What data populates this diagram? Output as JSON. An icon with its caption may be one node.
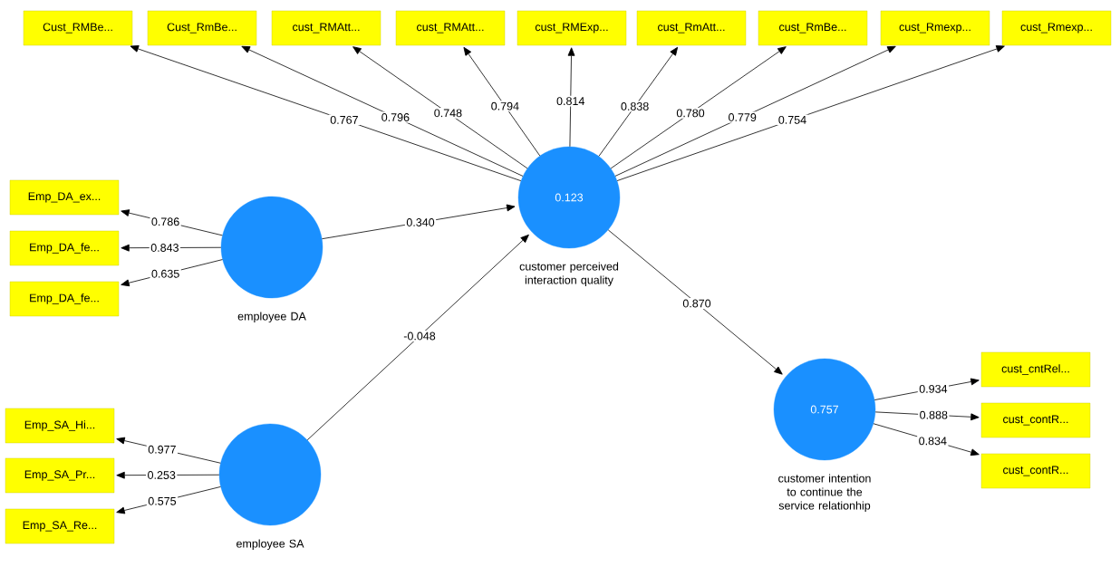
{
  "diagram": {
    "nodes": [
      {
        "text": [
          "Cust_RMBe..."
        ]
      },
      {
        "text": [
          "Cust_RmBe..."
        ]
      },
      {
        "text": [
          "cust_RMAtt..."
        ]
      },
      {
        "text": [
          "cust_RMAtt..."
        ]
      },
      {
        "text": [
          "cust_RMExp..."
        ]
      },
      {
        "text": [
          "cust_RmAtt..."
        ]
      },
      {
        "text": [
          "cust_RmBe..."
        ]
      },
      {
        "text": [
          "cust_Rmexp..."
        ]
      },
      {
        "text": [
          "cust_Rmexp..."
        ]
      },
      {
        "text": [
          "0.123"
        ],
        "beside": [
          "customer perceived interaction quality"
        ]
      },
      {
        "text": [
          "Emp_DA_ex..."
        ]
      },
      {
        "text": [
          "Emp_DA_fe..."
        ]
      },
      {
        "text": [
          "Emp_DA_fe..."
        ]
      },
      {
        "text": [],
        "shape": "circle",
        "beside": [
          "employee DA"
        ]
      },
      {
        "text": [
          "Emp_SA_Hi..."
        ]
      },
      {
        "text": [
          "Emp_SA_Pr..."
        ]
      },
      {
        "text": [
          "Emp_SA_Re..."
        ]
      },
      {
        "text": [],
        "shape": "circle",
        "beside": [
          "employee SA"
        ]
      },
      {
        "text": [
          "0.757"
        ],
        "beside": [
          "customer intention to continue the service relationhip"
        ]
      },
      {
        "text": [
          "cust_cntRel..."
        ]
      },
      {
        "text": [
          "cust_contR..."
        ]
      },
      {
        "text": [
          "cust_contR..."
        ]
      }
    ],
    "edges": [
      {
        "from": 9,
        "to": 0,
        "arrow": "to",
        "label": "0.767"
      },
      {
        "from": 9,
        "to": 1,
        "arrow": "to",
        "label": "0.796"
      },
      {
        "from": 9,
        "to": 2,
        "arrow": "to",
        "label": "0.748"
      },
      {
        "from": 9,
        "to": 3,
        "arrow": "to",
        "label": "0.794"
      },
      {
        "from": 9,
        "to": 4,
        "arrow": "to",
        "label": "0.814"
      },
      {
        "from": 9,
        "to": 5,
        "arrow": "to",
        "label": "0.838"
      },
      {
        "from": 9,
        "to": 6,
        "arrow": "to",
        "label": "0.780"
      },
      {
        "from": 9,
        "to": 7,
        "arrow": "to",
        "label": "0.779"
      },
      {
        "from": 9,
        "to": 8,
        "arrow": "to",
        "label": "0.754"
      },
      {
        "from": 13,
        "to": 10,
        "arrow": "to",
        "label": "0.786"
      },
      {
        "from": 13,
        "to": 11,
        "arrow": "to",
        "label": "0.843"
      },
      {
        "from": 13,
        "to": 12,
        "arrow": "to",
        "label": "0.635"
      },
      {
        "from": 13,
        "to": 9,
        "arrow": "to",
        "label": "0.340"
      },
      {
        "from": 17,
        "to": 14,
        "arrow": "to",
        "label": "0.977"
      },
      {
        "from": 17,
        "to": 15,
        "arrow": "to",
        "label": "0.253"
      },
      {
        "from": 17,
        "to": 16,
        "arrow": "to",
        "label": "0.575"
      },
      {
        "from": 17,
        "to": 9,
        "arrow": "to",
        "label": "-0.048"
      },
      {
        "from": 9,
        "to": 18,
        "arrow": "to",
        "label": "0.870"
      },
      {
        "from": 18,
        "to": 19,
        "arrow": "to",
        "label": "0.934"
      },
      {
        "from": 18,
        "to": 20,
        "arrow": "to",
        "label": "0.888"
      },
      {
        "from": 18,
        "to": 21,
        "arrow": "to",
        "label": "0.834"
      }
    ]
  }
}
